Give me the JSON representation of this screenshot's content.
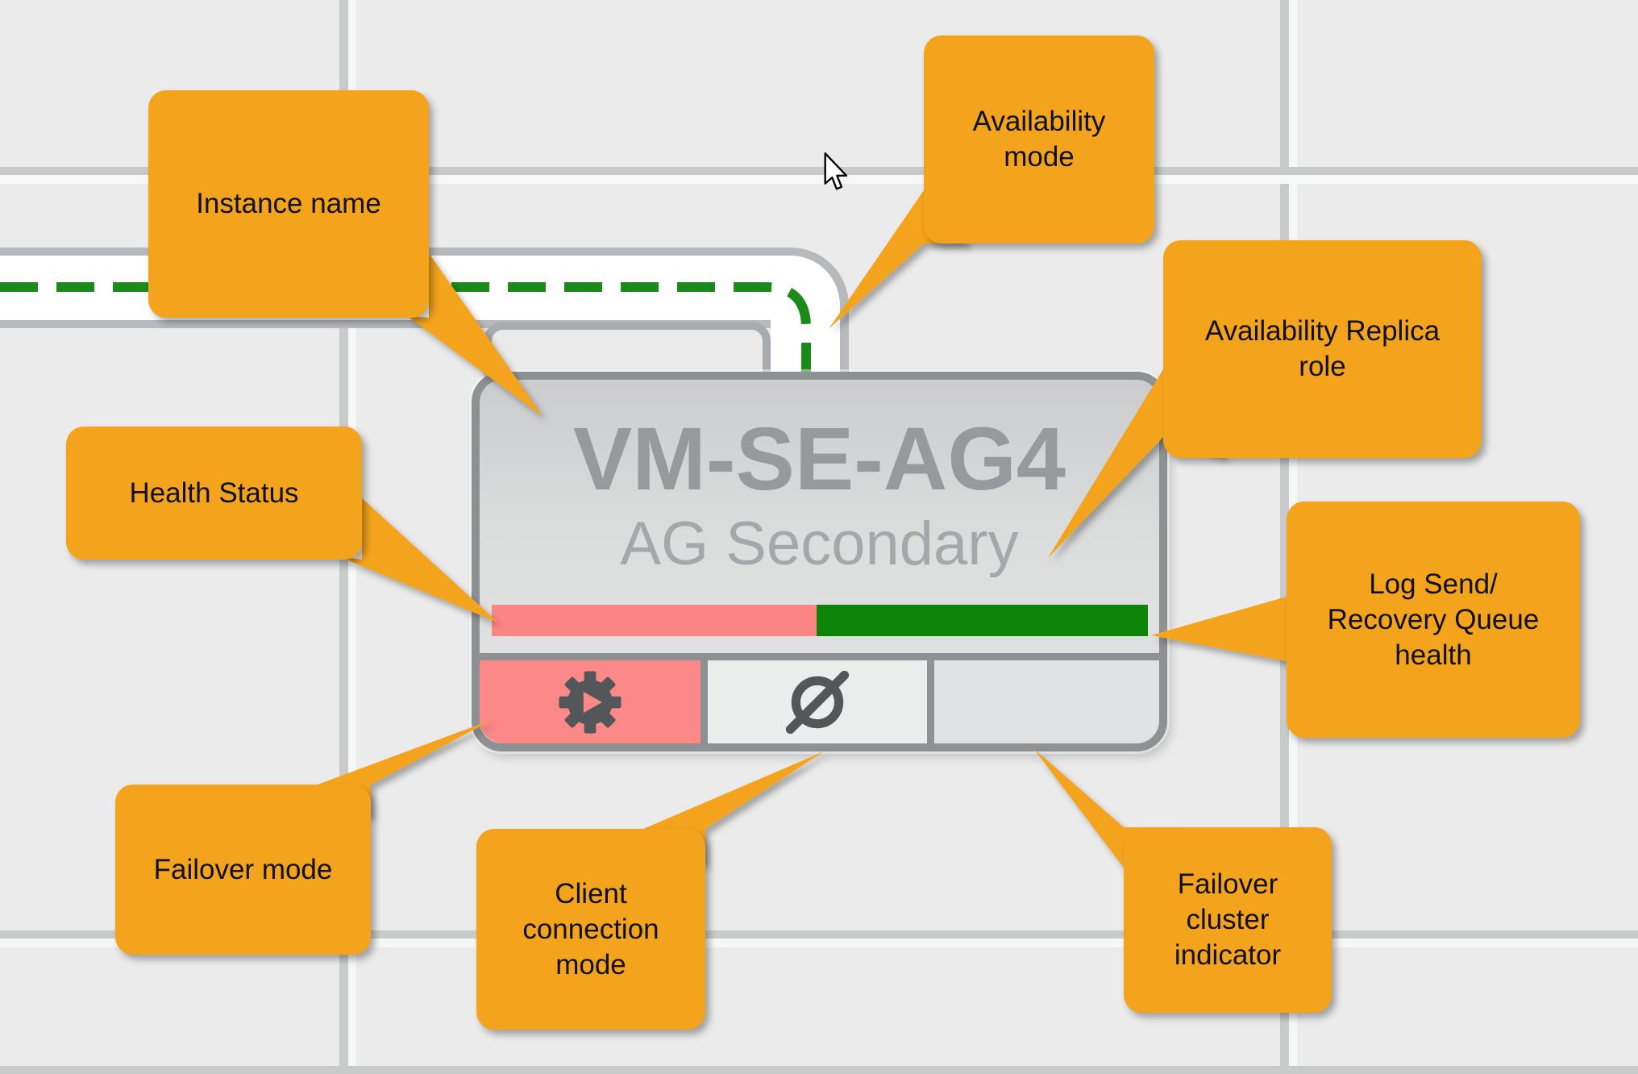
{
  "node": {
    "title": "VM-SE-AG4",
    "subtitle": "AG Secondary",
    "health_bar": {
      "left_percent": 49.5,
      "left_color": "#fc8585",
      "right_color": "#0d8405",
      "meaning": "Log Send / Recovery Queue health split"
    },
    "cells": [
      {
        "id": "failover-mode-cell",
        "icon": "gear-play-icon",
        "bg": "#fc8888"
      },
      {
        "id": "client-connection-mode-cell",
        "icon": "no-entry-icon",
        "bg": "#ebecec"
      },
      {
        "id": "failover-cluster-indicator-cell",
        "icon": "",
        "bg": "#e1e2e3"
      }
    ]
  },
  "connection": {
    "line_style": "dashed",
    "line_color": "#1b8a1b"
  },
  "callouts": {
    "instance_name": {
      "label": "Instance name"
    },
    "availability_mode": {
      "label": "Availability\nmode"
    },
    "availability_replica_role": {
      "label": "Availability Replica\nrole"
    },
    "health_status": {
      "label": "Health Status"
    },
    "log_send_recovery_queue_health": {
      "label": "Log Send/\nRecovery Queue\nhealth"
    },
    "failover_mode": {
      "label": "Failover mode"
    },
    "client_connection_mode": {
      "label": "Client\nconnection\nmode"
    },
    "failover_cluster_indicator": {
      "label": "Failover\ncluster\nindicator"
    }
  },
  "colors": {
    "callout_bg": "#f3a41c",
    "canvas_bg": "#ebebeb",
    "grid_line": "#c9cbcb",
    "node_border": "#8e9194",
    "node_text": "#97999c",
    "road_edge": "#b7babc",
    "icon_color": "#54575a"
  }
}
